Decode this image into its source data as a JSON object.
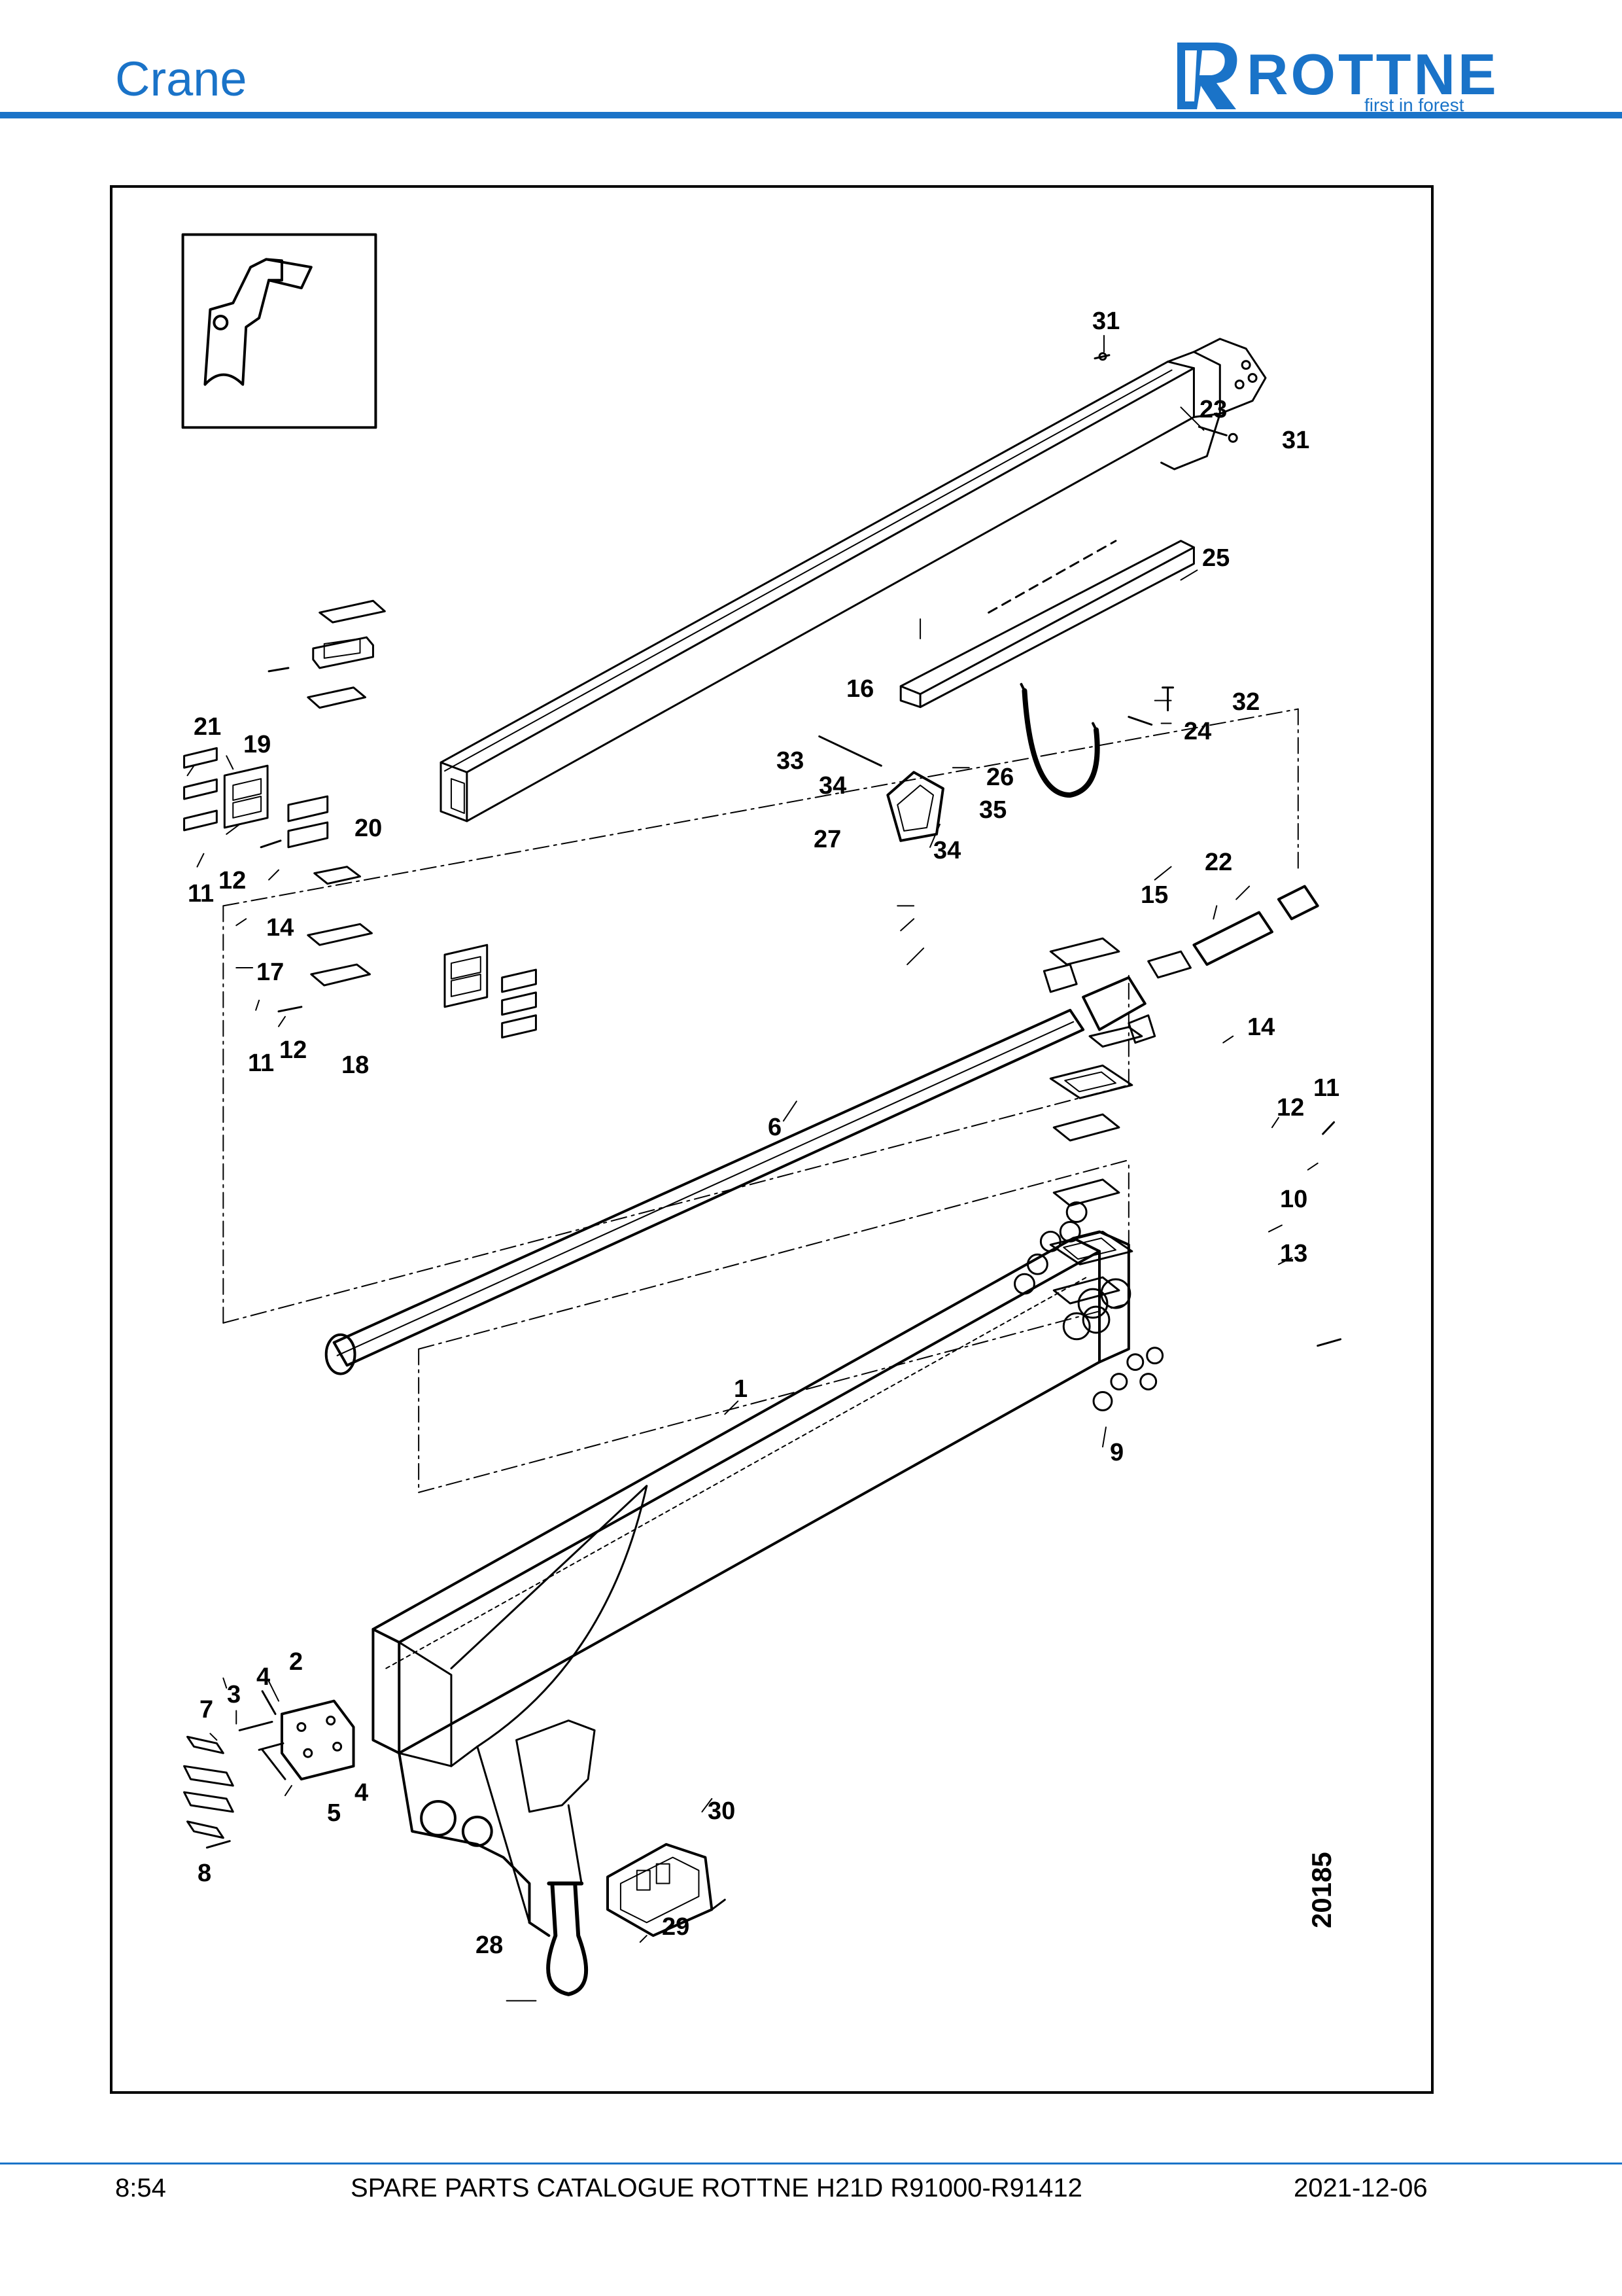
{
  "header": {
    "title": "Crane"
  },
  "logo": {
    "word": "ROTTNE",
    "tagline": "first in forest",
    "color": "#1a73c8"
  },
  "drawing": {
    "number": "20185",
    "callouts": [
      "31",
      "23",
      "31",
      "25",
      "16",
      "32",
      "24",
      "33",
      "34",
      "26",
      "35",
      "27",
      "34",
      "21",
      "19",
      "20",
      "11",
      "12",
      "22",
      "15",
      "14",
      "17",
      "11",
      "12",
      "18",
      "14",
      "11",
      "12",
      "6",
      "10",
      "13",
      "1",
      "9",
      "2",
      "4",
      "3",
      "7",
      "4",
      "5",
      "8",
      "30",
      "29",
      "28"
    ]
  },
  "footer": {
    "page": "8:54",
    "catalogue": "SPARE PARTS CATALOGUE ROTTNE H21D R91000-R91412",
    "date": "2021-12-06"
  }
}
